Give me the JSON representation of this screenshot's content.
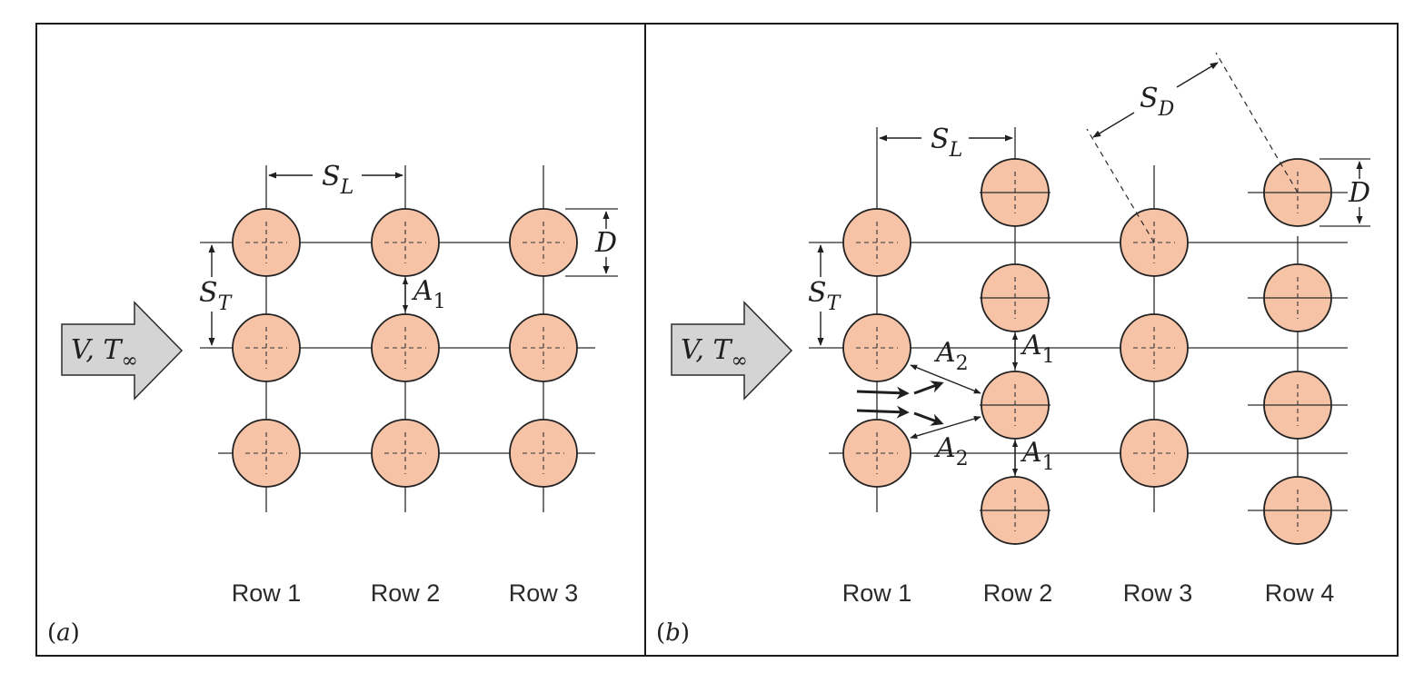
{
  "figure": {
    "panel_a": {
      "label": "(a)",
      "rows": [
        "Row 1",
        "Row 2",
        "Row 3"
      ],
      "flow": {
        "text": "V, T",
        "sub": "∞"
      },
      "dims": {
        "SL": {
          "main": "S",
          "sub": "L"
        },
        "ST": {
          "main": "S",
          "sub": "T"
        },
        "D": "D",
        "A1": {
          "main": "A",
          "sub": "1"
        }
      }
    },
    "panel_b": {
      "label": "(b)",
      "rows": [
        "Row 1",
        "Row 2",
        "Row 3",
        "Row 4"
      ],
      "flow": {
        "text": "V, T",
        "sub": "∞"
      },
      "dims": {
        "SL": {
          "main": "S",
          "sub": "L"
        },
        "ST": {
          "main": "S",
          "sub": "T"
        },
        "SD": {
          "main": "S",
          "sub": "D"
        },
        "D": "D",
        "A1_upper": {
          "main": "A",
          "sub": "1"
        },
        "A1_lower": {
          "main": "A",
          "sub": "1"
        },
        "A2_upper": {
          "main": "A",
          "sub": "2"
        },
        "A2_lower": {
          "main": "A",
          "sub": "2"
        }
      }
    },
    "colors": {
      "tube_fill": "#f6c3a7",
      "flow_arrow_fill": "#d4d4d4",
      "line": "#2b2b2b"
    }
  }
}
